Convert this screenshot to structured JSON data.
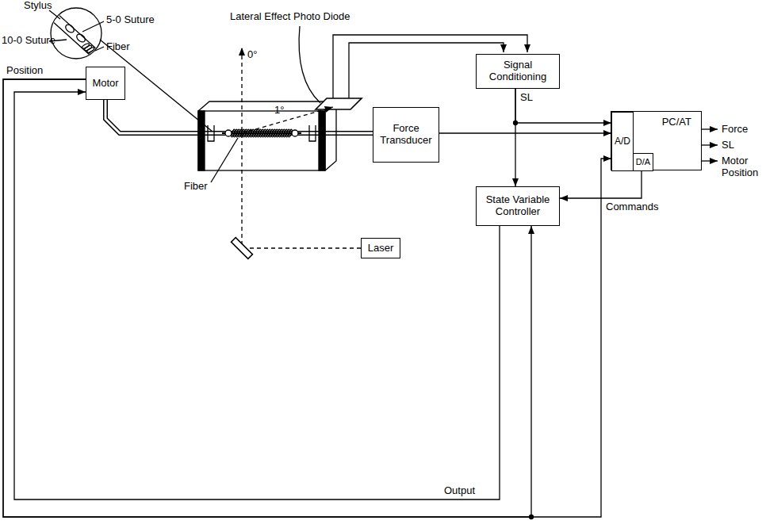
{
  "diagram": {
    "nodes": [
      {
        "text": [
          "Motor"
        ]
      },
      {
        "text": [
          "Force Transducer"
        ]
      },
      {
        "text": [
          "Signal Conditioning"
        ]
      },
      {
        "text": [
          "State Variable Controller"
        ]
      },
      {
        "text": [
          "PC/AT"
        ]
      },
      {
        "text": [
          "A/D"
        ],
        "in": 4
      },
      {
        "text": [
          "D/A"
        ],
        "in": 4
      },
      {
        "text": [
          "Laser"
        ]
      }
    ],
    "edges": [
      {
        "from": 2,
        "to": 5,
        "arrow": "to"
      },
      {
        "from": 2,
        "to": 3,
        "arrow": "to"
      },
      {
        "from": 1,
        "to": 5,
        "arrow": "to"
      },
      {
        "from": 6,
        "to": 3,
        "arrow": "to"
      },
      {
        "from": 3,
        "to": 0,
        "arrow": "to"
      },
      {
        "from": 0,
        "to": 5,
        "arrow": "to"
      },
      {
        "from": 0,
        "to": 3,
        "arrow": "to"
      }
    ],
    "labels": [
      "Lateral Effect Photo Diode",
      "Stylus",
      "5-0 Suture",
      "10-0 Suture",
      "Fiber",
      "Fiber",
      "0°",
      "1°",
      "SL",
      "Position",
      "Output",
      "Commands",
      "Force",
      "SL",
      "Motor Position"
    ]
  }
}
